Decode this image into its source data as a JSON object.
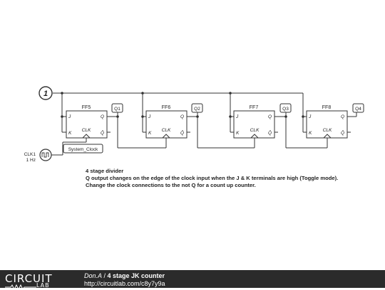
{
  "schematic": {
    "node_label": "1",
    "flipflops": [
      {
        "name": "FF5",
        "j": "J",
        "k": "K",
        "clk": "CLK",
        "q": "Q",
        "qbar": "Q̄",
        "output": "Q1"
      },
      {
        "name": "FF6",
        "j": "J",
        "k": "K",
        "clk": "CLK",
        "q": "Q",
        "qbar": "Q̄",
        "output": "Q2"
      },
      {
        "name": "FF7",
        "j": "J",
        "k": "K",
        "clk": "CLK",
        "q": "Q",
        "qbar": "Q̄",
        "output": "Q3"
      },
      {
        "name": "FF8",
        "j": "J",
        "k": "K",
        "clk": "CLK",
        "q": "Q",
        "qbar": "Q̄",
        "output": "Q4"
      }
    ],
    "clock": {
      "name": "CLK1",
      "freq": "1 Hz",
      "net_label": "System_Clock"
    }
  },
  "notes": [
    "4 stage divider",
    "Q output changes on the edge of the clock input when the J & K terminals are high (Toggle mode).",
    "Change the clock connections to the not Q for a count up counter."
  ],
  "footer": {
    "logo_top": "CIRCUIT",
    "logo_bottom": "LAB",
    "author": "Don.A",
    "separator": " / ",
    "title": "4 stage JK counter",
    "url": "http://circuitlab.com/c8y7y9a"
  },
  "colors": {
    "wire": "#333333",
    "footer_bg": "#2b2b2b",
    "footer_text": "#ffffff"
  }
}
